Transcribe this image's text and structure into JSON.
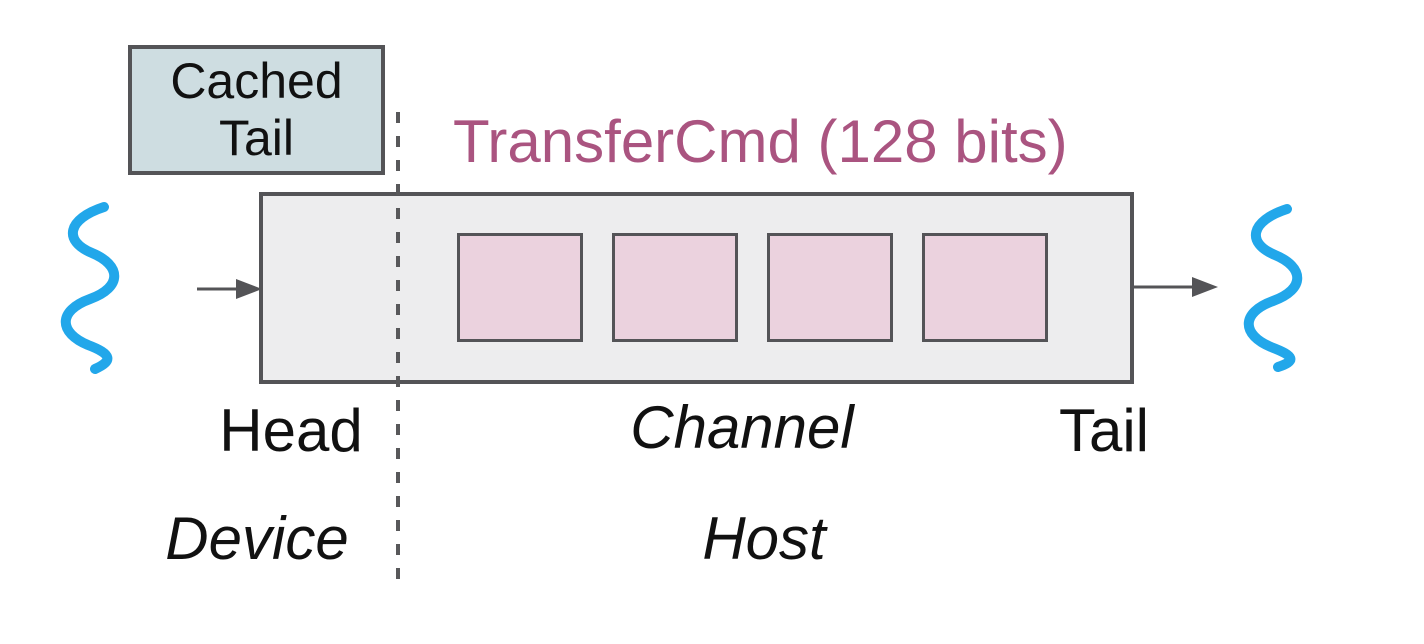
{
  "diagram": {
    "cached_tail": {
      "label": "Cached Tail"
    },
    "transfer_cmd": {
      "label": "TransferCmd (128 bits)",
      "color": "#aa5480"
    },
    "channel": {
      "label": "Channel",
      "slot_count": 4,
      "fill": "#ededee",
      "slot_fill": "#ebd2de"
    },
    "labels": {
      "head": "Head",
      "tail": "Tail",
      "device": "Device",
      "host": "Host"
    },
    "colors": {
      "outline": "#545457",
      "cached_tail_fill": "#cedde1",
      "squiggle_blue": "#22a7ea",
      "dashed_line": "#58585a",
      "arrow": "#545457"
    },
    "icons": {
      "left_squiggle": "wavy-line-icon",
      "right_squiggle": "wavy-line-icon",
      "left_arrow": "arrow-right-icon",
      "right_arrow": "arrow-right-icon"
    }
  }
}
